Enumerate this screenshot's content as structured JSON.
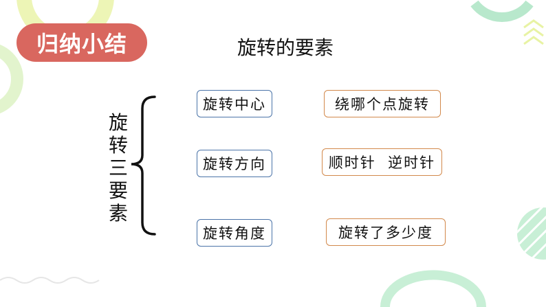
{
  "badge": {
    "label": "归纳小结"
  },
  "page_title": "旋转的要素",
  "side_label": [
    "旋",
    "转",
    "三",
    "要",
    "素"
  ],
  "rows": [
    {
      "term": "旋转中心",
      "meaning": "绕哪个点旋转"
    },
    {
      "term": "旋转方向",
      "meaning": "顺时针  逆时针"
    },
    {
      "term": "旋转角度",
      "meaning": "旋转了多少度"
    }
  ],
  "colors": {
    "badge_bg": "#d9675f",
    "left_border": "#4a73a8",
    "right_border": "#d2884a",
    "deco_green": "#c8efd6",
    "deco_yellow": "#e8f3a4"
  }
}
